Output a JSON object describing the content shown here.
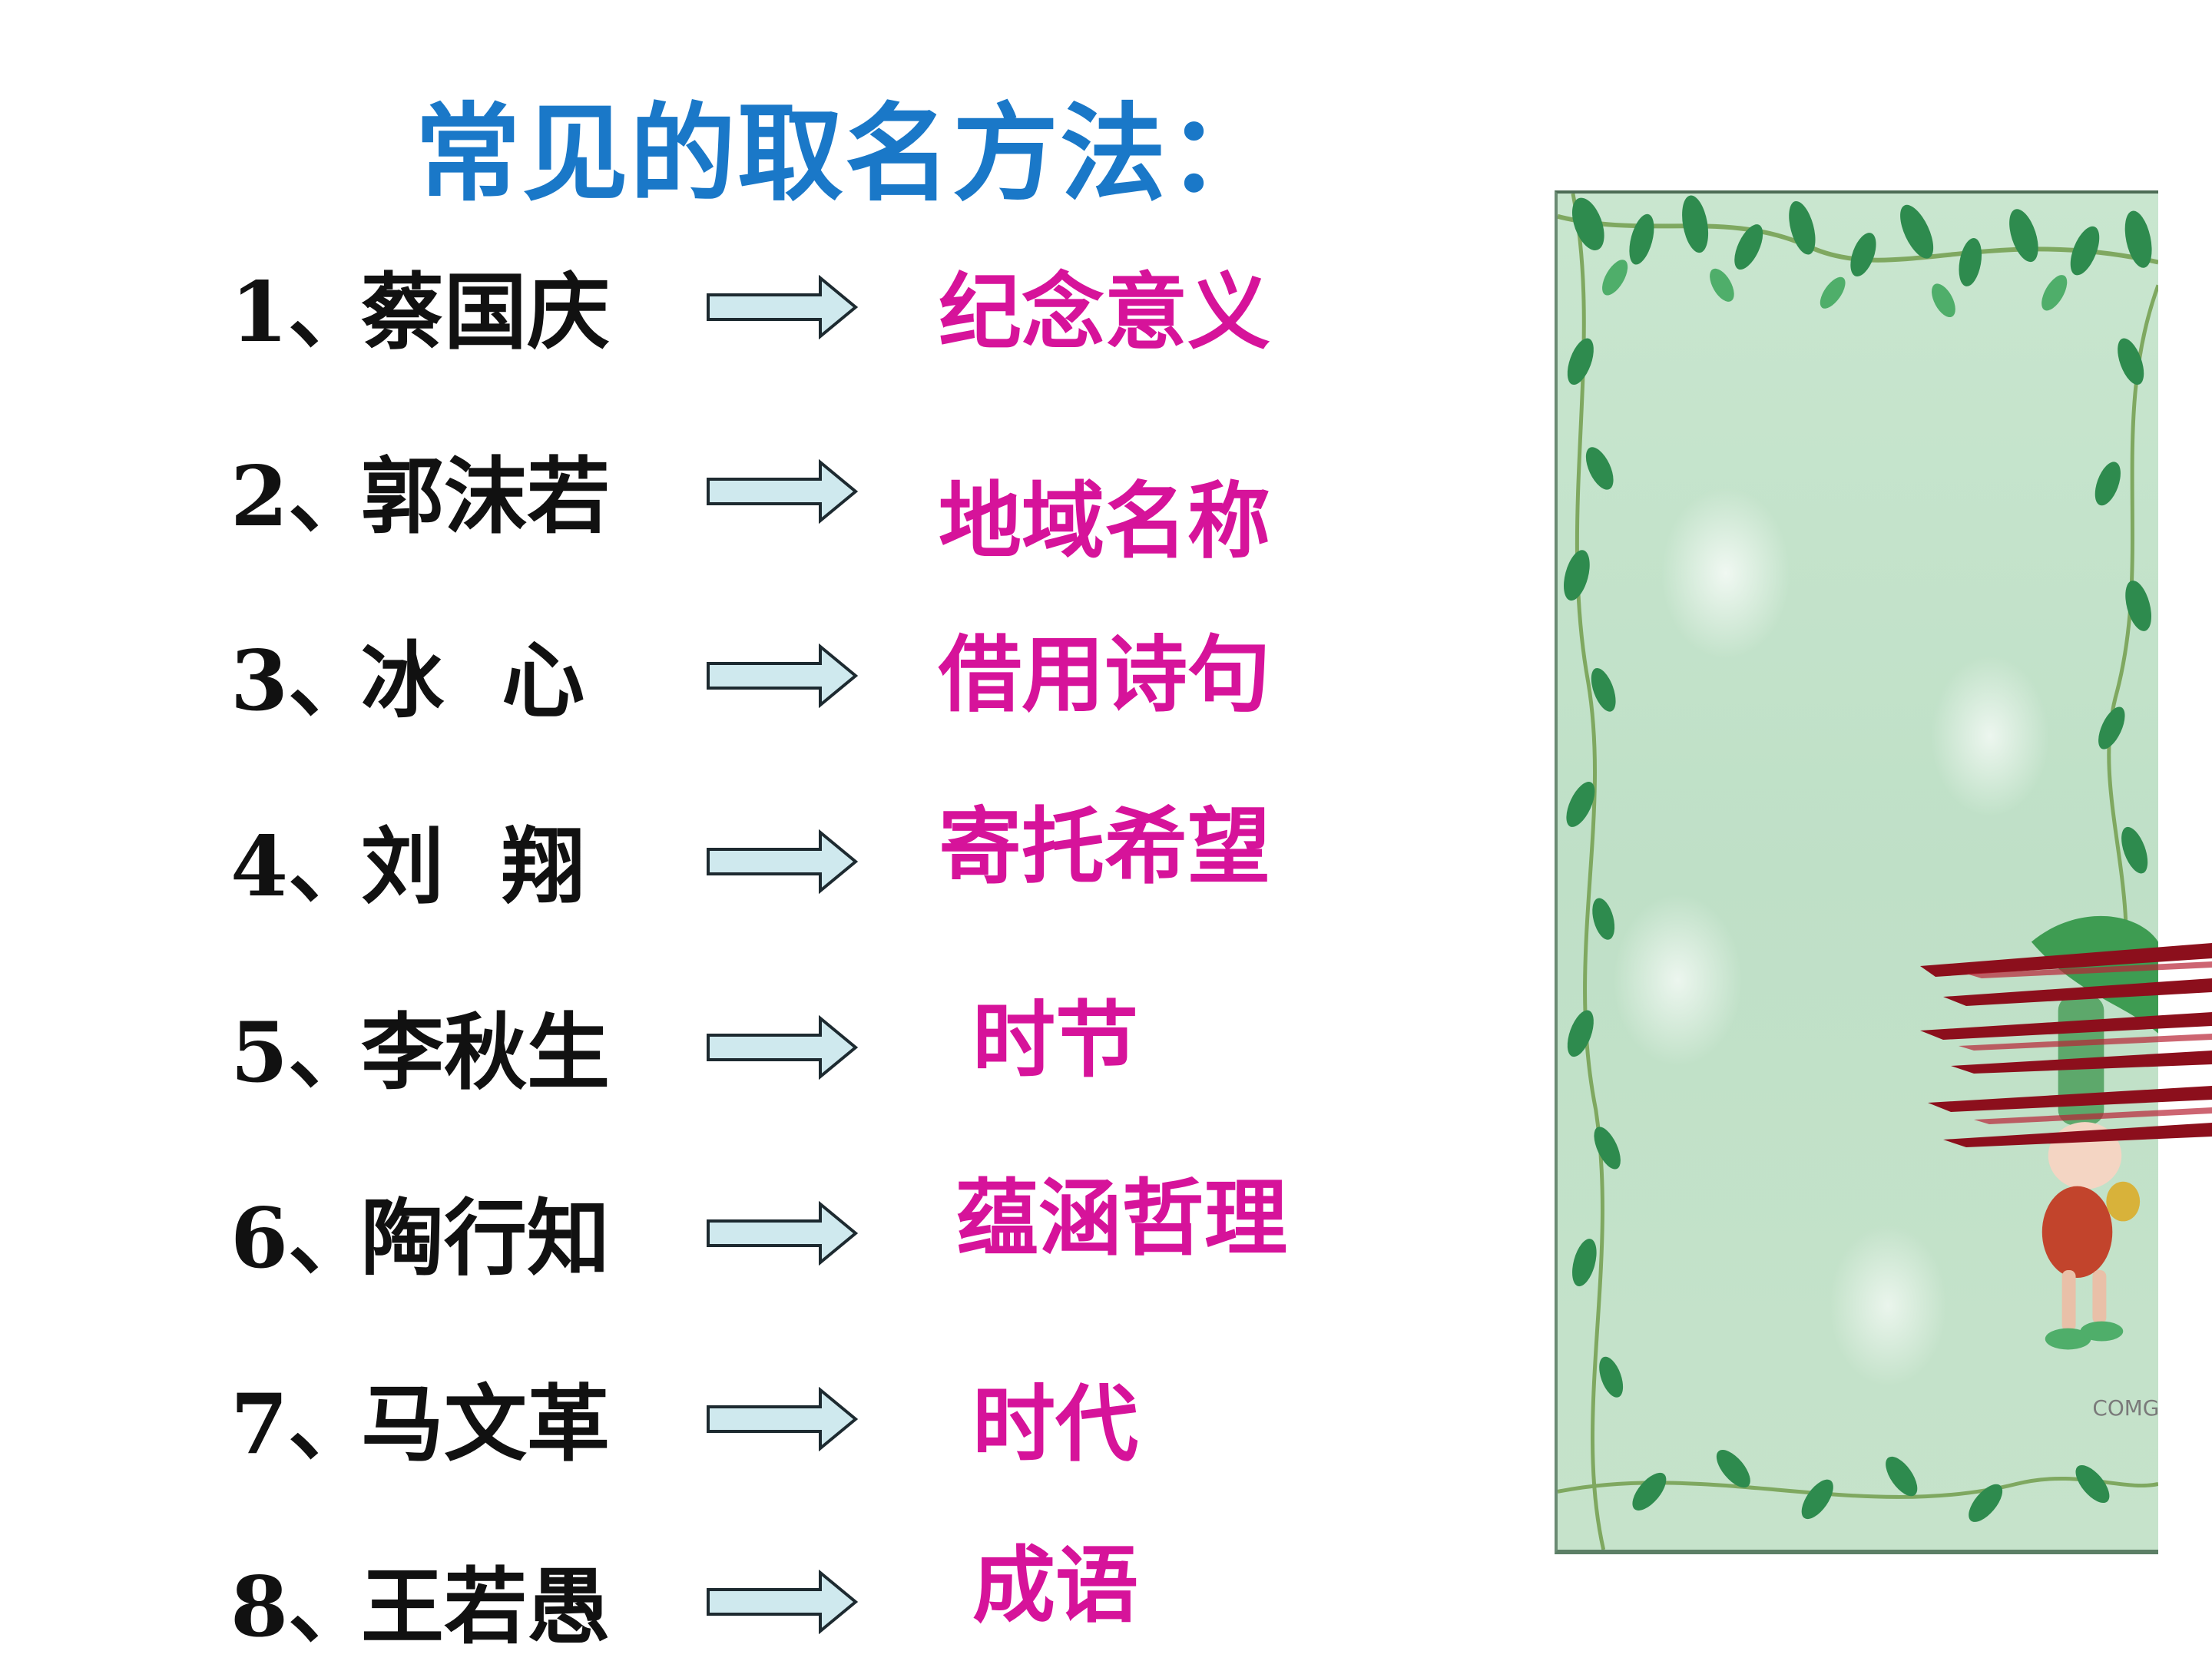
{
  "title": "常见的取名方法：",
  "rows": [
    {
      "num": "1、",
      "name": "蔡国庆",
      "meaning": "纪念意义"
    },
    {
      "num": "2、",
      "name": "郭沫若",
      "meaning": "地域名称"
    },
    {
      "num": "3、",
      "name": "冰  心",
      "meaning": "借用诗句"
    },
    {
      "num": "4、",
      "name": "刘  翔",
      "meaning": "寄托希望"
    },
    {
      "num": "5、",
      "name": "李秋生",
      "meaning": "时节"
    },
    {
      "num": "6、",
      "name": "陶行知",
      "meaning": "蕴涵哲理"
    },
    {
      "num": "7、",
      "name": "马文革",
      "meaning": "时代"
    },
    {
      "num": "8、",
      "name": "王若愚",
      "meaning": "成语"
    }
  ],
  "decoration": {
    "frame_icon": "leafy-vine-frame-icon",
    "character_icon": "cartoon-character-icon",
    "watermark": "COMGE"
  },
  "colors": {
    "title": "#1a78c8",
    "text": "#111111",
    "meaning": "#d6139a",
    "arrow_fill": "#cfe9ee",
    "arrow_stroke": "#1d2a30"
  }
}
